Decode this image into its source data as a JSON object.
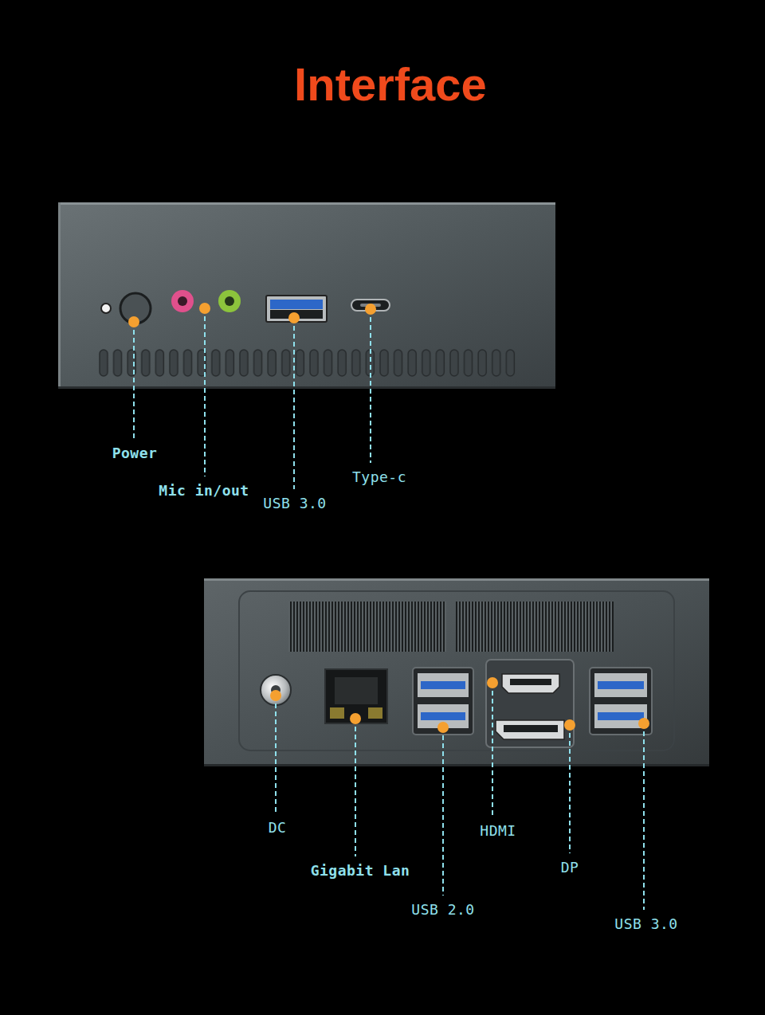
{
  "diagram": {
    "title": "Interface",
    "labels": [
      "Power",
      "Mic in/out",
      "USB 3.0",
      "Type-c",
      "DC",
      "Gigabit Lan",
      "USB 2.0",
      "HDMI",
      "DP",
      "USB 3.0"
    ]
  }
}
